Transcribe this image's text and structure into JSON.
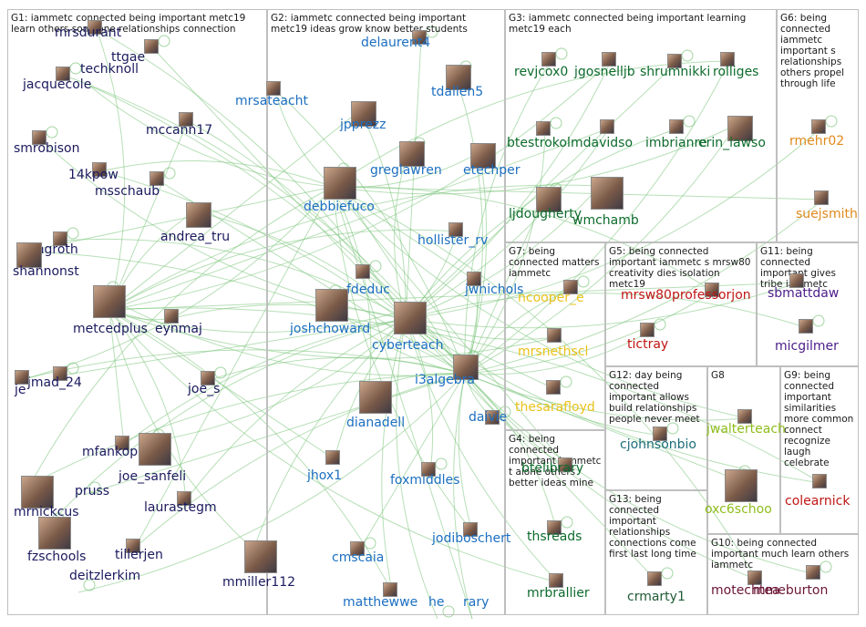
{
  "groups": [
    {
      "id": "G1",
      "label": "G1: iammetc connected being important metc19 learn others someone relationships connection"
    },
    {
      "id": "G2",
      "label": "G2: iammetc connected being important metc19 ideas grow know better students"
    },
    {
      "id": "G3",
      "label": "G3: iammetc connected being important learning metc19 each"
    },
    {
      "id": "G6",
      "label": "G6: being connected iammetc important s relationships others propel through life"
    },
    {
      "id": "G7",
      "label": "G7: being connected matters iammetc"
    },
    {
      "id": "G5",
      "label": "G5: being connected important iammetc s mrsw80 creativity dies isolation metc19"
    },
    {
      "id": "G11",
      "label": "G11: being connected important gives tribe iammetc"
    },
    {
      "id": "G12",
      "label": "G12: day being connected important allows build relationships people never meet"
    },
    {
      "id": "G8",
      "label": "G8"
    },
    {
      "id": "G9",
      "label": "G9: being connected important similarities more common connect recognize laugh celebrate"
    },
    {
      "id": "G4",
      "label": "G4: being connected important iammetc t alone others better ideas mine"
    },
    {
      "id": "G13",
      "label": "G13: being connected important relationships connections come first last long time"
    },
    {
      "id": "G10",
      "label": "G10: being connected important much learn others iammetc"
    }
  ],
  "nodes": [
    {
      "label": "mrsdurant",
      "color": "navy"
    },
    {
      "label": "ttgae",
      "color": "navy"
    },
    {
      "label": "techknoll",
      "color": "navy"
    },
    {
      "label": "jacquecole",
      "color": "navy"
    },
    {
      "label": "mccann17",
      "color": "navy"
    },
    {
      "label": "smrobison",
      "color": "navy"
    },
    {
      "label": "14kpow",
      "color": "navy"
    },
    {
      "label": "msschaub",
      "color": "navy"
    },
    {
      "label": "andrea_tru",
      "color": "navy"
    },
    {
      "label": "nningroth",
      "color": "navy"
    },
    {
      "label": "shannonst",
      "color": "navy"
    },
    {
      "label": "metcedplus",
      "color": "navy"
    },
    {
      "label": "eynmaj",
      "color": "navy"
    },
    {
      "label": "jmad_24",
      "color": "navy"
    },
    {
      "label": "je",
      "color": "navy"
    },
    {
      "label": "joe_s",
      "color": "navy"
    },
    {
      "label": "mfankop",
      "color": "navy"
    },
    {
      "label": "joe_sanfeli",
      "color": "navy"
    },
    {
      "label": "mrnickcus",
      "color": "navy"
    },
    {
      "label": "pruss",
      "color": "navy"
    },
    {
      "label": "laurastegm",
      "color": "navy"
    },
    {
      "label": "fzschools",
      "color": "navy"
    },
    {
      "label": "tillerjen",
      "color": "navy"
    },
    {
      "label": "deitzlerkim",
      "color": "navy"
    },
    {
      "label": "mmiller112",
      "color": "navy"
    },
    {
      "label": "delaurent4",
      "color": "blue"
    },
    {
      "label": "mrsateacht",
      "color": "blue"
    },
    {
      "label": "tdallen5",
      "color": "blue"
    },
    {
      "label": "jpprezz",
      "color": "blue"
    },
    {
      "label": "greglawren",
      "color": "blue"
    },
    {
      "label": "etechper",
      "color": "blue"
    },
    {
      "label": "debbiefuco",
      "color": "blue"
    },
    {
      "label": "hollister_rv",
      "color": "blue"
    },
    {
      "label": "fdeduc",
      "color": "blue"
    },
    {
      "label": "jwnichols",
      "color": "blue"
    },
    {
      "label": "joshchoward",
      "color": "blue"
    },
    {
      "label": "cyberteach",
      "color": "blue"
    },
    {
      "label": "i3algebra",
      "color": "blue"
    },
    {
      "label": "dianadell",
      "color": "blue"
    },
    {
      "label": "daivie",
      "color": "blue"
    },
    {
      "label": "jhox1",
      "color": "blue"
    },
    {
      "label": "foxmiddles",
      "color": "blue"
    },
    {
      "label": "jodiboschert",
      "color": "blue"
    },
    {
      "label": "cmscaia",
      "color": "blue"
    },
    {
      "label": "matthewwe",
      "color": "blue"
    },
    {
      "label": "he",
      "color": "blue"
    },
    {
      "label": "rary",
      "color": "blue"
    },
    {
      "label": "revjcox0",
      "color": "green"
    },
    {
      "label": "jgosnelljb",
      "color": "green"
    },
    {
      "label": "shrumnikki",
      "color": "green"
    },
    {
      "label": "rolliges",
      "color": "green"
    },
    {
      "label": "btestrokol",
      "color": "green"
    },
    {
      "label": "mdavidso",
      "color": "green"
    },
    {
      "label": "imbrianre",
      "color": "green"
    },
    {
      "label": "erin_lawso",
      "color": "green"
    },
    {
      "label": "ljdougherty",
      "color": "green"
    },
    {
      "label": "wmchamb",
      "color": "green"
    },
    {
      "label": "rmehr02",
      "color": "orange"
    },
    {
      "label": "suejsmith",
      "color": "orange"
    },
    {
      "label": "ncooper_e",
      "color": "yellow"
    },
    {
      "label": "mrsnethscl",
      "color": "yellow"
    },
    {
      "label": "thesarafloyd",
      "color": "yellow"
    },
    {
      "label": "mrsw80professorjon",
      "color": "red"
    },
    {
      "label": "tictray",
      "color": "red"
    },
    {
      "label": "sbmattdaw",
      "color": "purple"
    },
    {
      "label": "micgilmer",
      "color": "purple"
    },
    {
      "label": "jwalterteach",
      "color": "lime"
    },
    {
      "label": "oxc6schoo",
      "color": "lime"
    },
    {
      "label": "colearnick",
      "color": "red"
    },
    {
      "label": "cjohnsonbio",
      "color": "teal"
    },
    {
      "label": "btelibrary",
      "color": "green"
    },
    {
      "label": "thsreads",
      "color": "green"
    },
    {
      "label": "mrbrallier",
      "color": "green"
    },
    {
      "label": "crmarty1",
      "color": "darkgreen"
    },
    {
      "label": "motechtea",
      "color": "maroon"
    },
    {
      "label": "mmeburton",
      "color": "maroon"
    }
  ]
}
